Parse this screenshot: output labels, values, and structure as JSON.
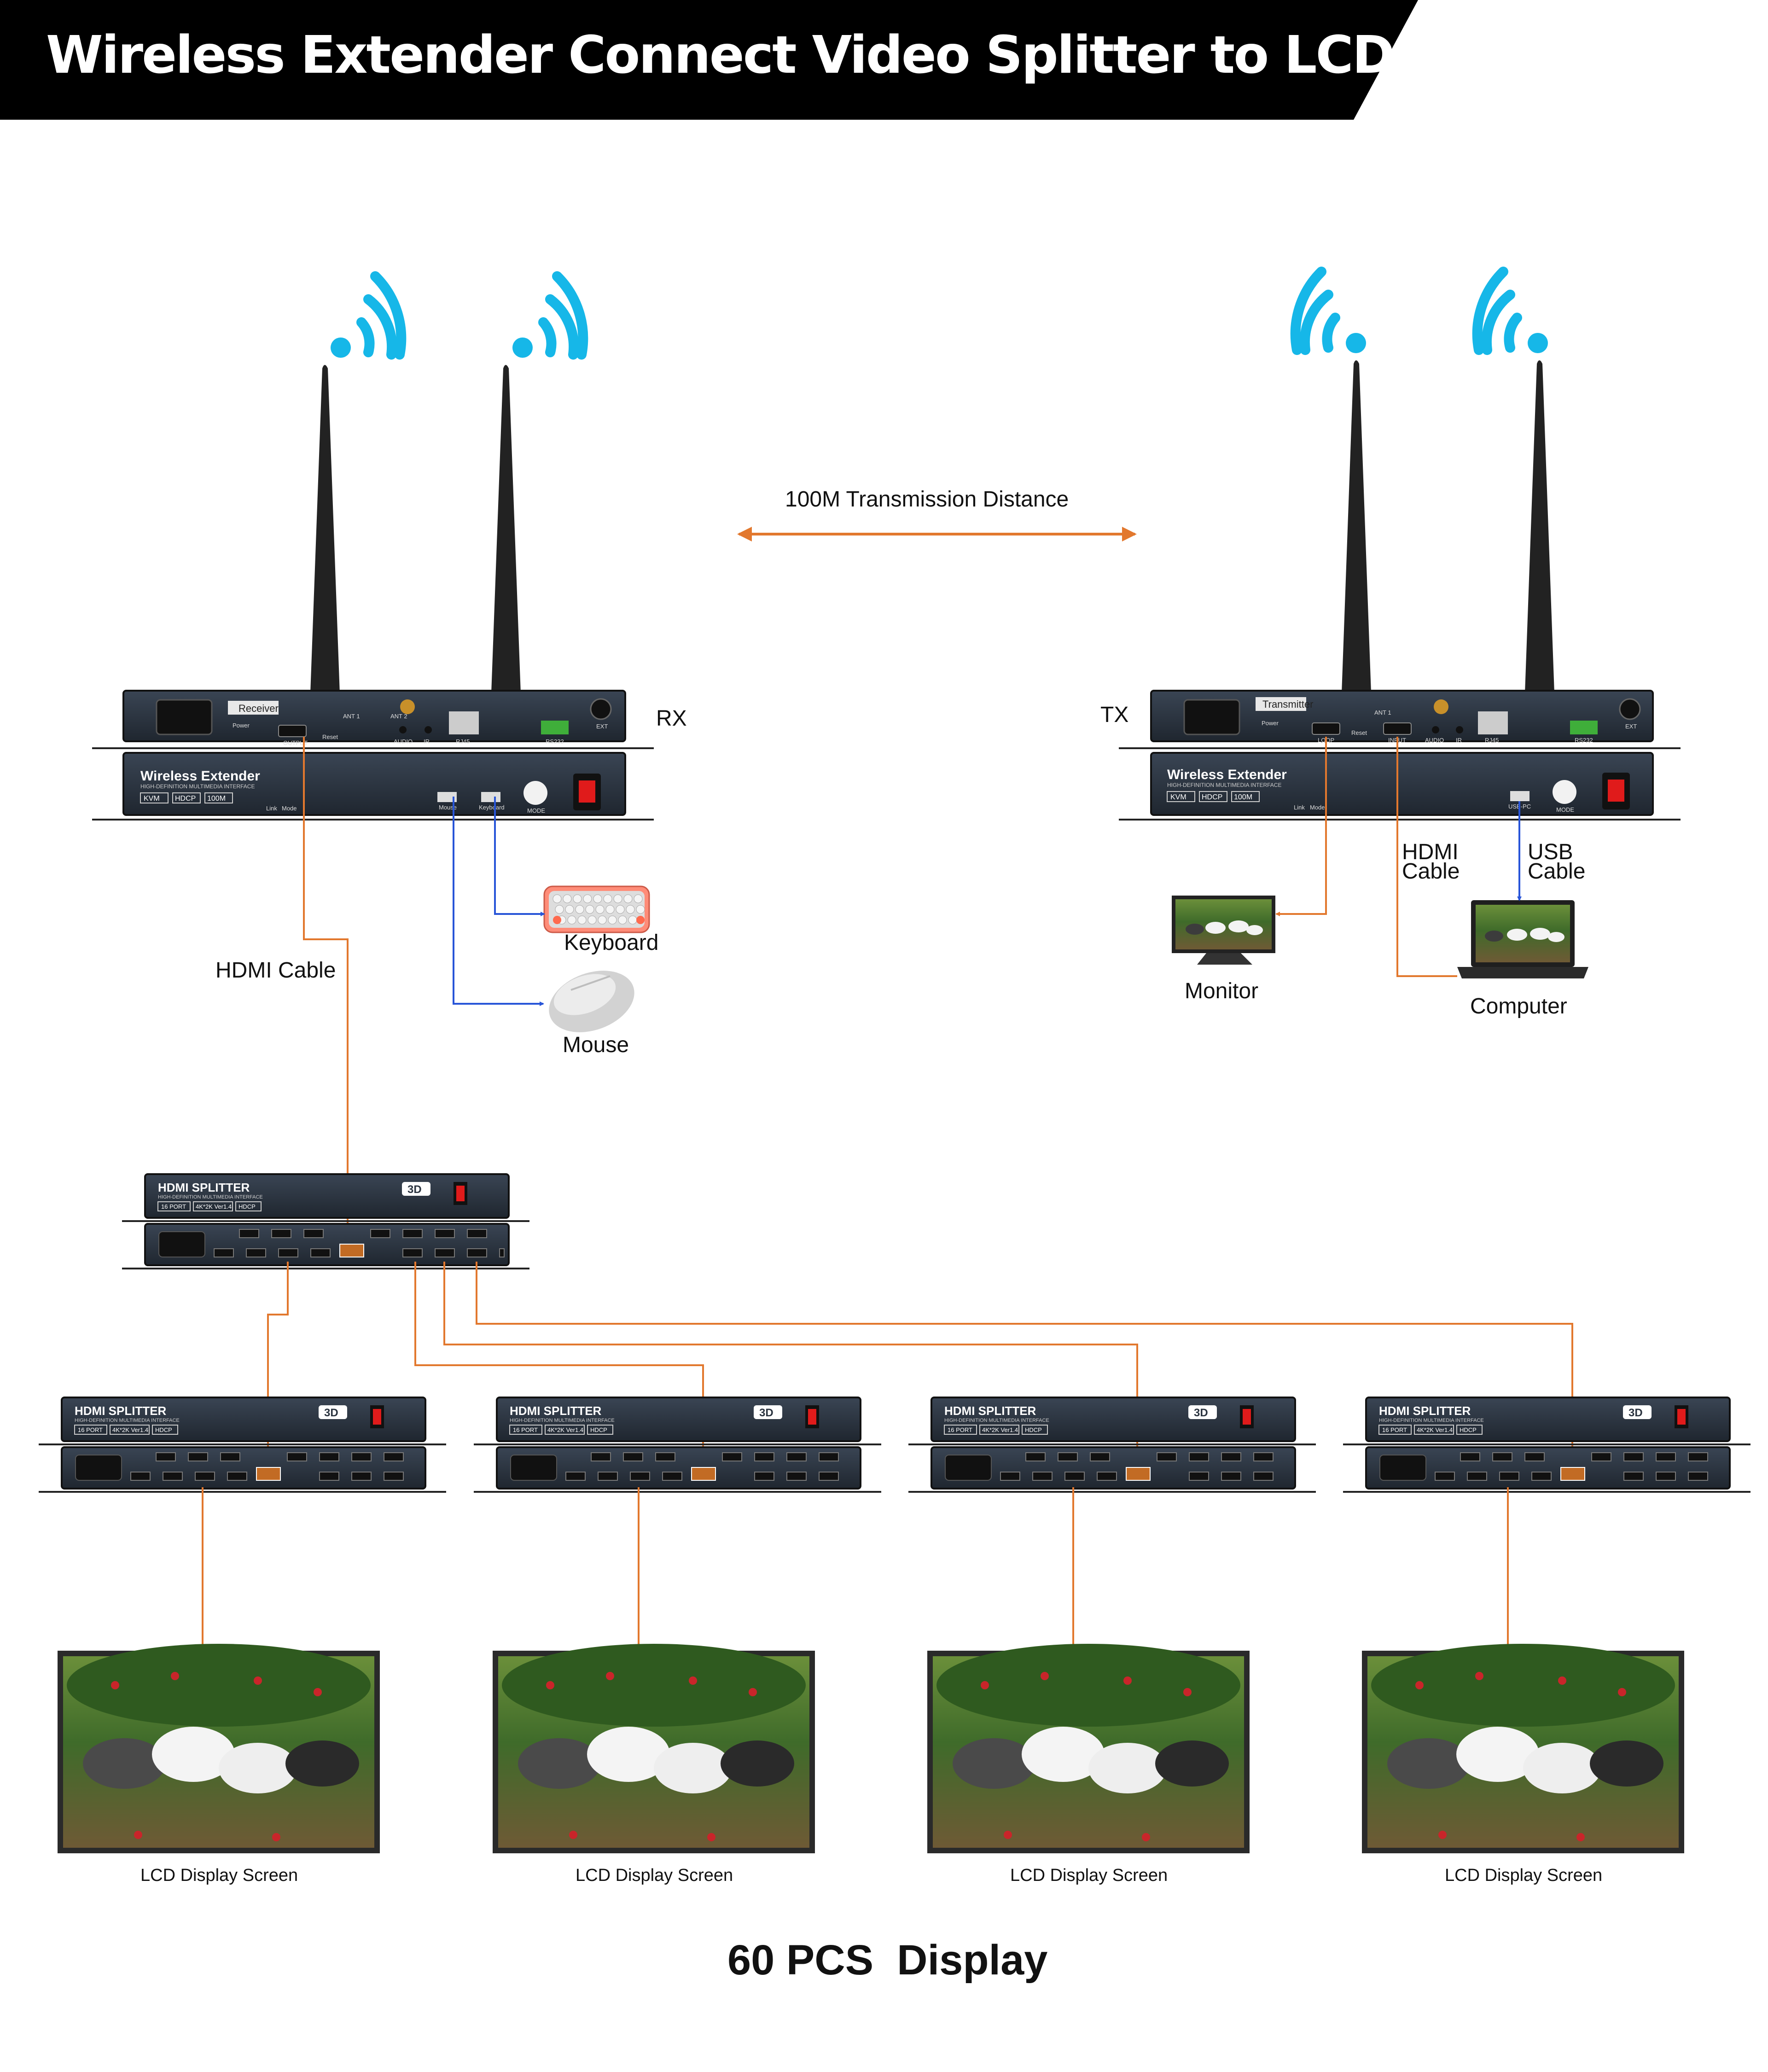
{
  "title": "Wireless Extender Connect Video Splitter to LCD Display Screen",
  "transmission_distance": "100M Transmission Distance",
  "rx": {
    "tag": "RX",
    "panel_label": "Receiver",
    "front_title": "Wireless Extender",
    "front_subtitle": "HIGH-DEFINITION MULTIMEDIA INTERFACE",
    "badges": [
      "KVM",
      "HDCP",
      "100M"
    ],
    "port_labels": [
      "Power",
      "OUTPUT",
      "Reset",
      "ANT 1",
      "ANT 2",
      "AUDIO",
      "IR",
      "RJ45",
      "RS232",
      "EXT"
    ],
    "front_labels": [
      "Link",
      "Mode",
      "Mouse",
      "Keyboard",
      "MODE"
    ]
  },
  "tx": {
    "tag": "TX",
    "panel_label": "Transmitter",
    "front_title": "Wireless Extender",
    "front_subtitle": "HIGH-DEFINITION MULTIMEDIA INTERFACE",
    "badges": [
      "KVM",
      "HDCP",
      "100M"
    ],
    "port_labels": [
      "Power",
      "LOOP",
      "Reset",
      "INPUT",
      "ANT 1",
      "AUDIO",
      "IR",
      "RJ45",
      "RS232",
      "EXT"
    ],
    "front_labels": [
      "Link",
      "Mode",
      "USB-PC",
      "MODE"
    ]
  },
  "peripherals": {
    "keyboard": "Keyboard",
    "mouse": "Mouse",
    "monitor": "Monitor",
    "computer": "Computer"
  },
  "cables": {
    "rx_hdmi": "HDMI Cable",
    "tx_hdmi_line1": "HDMI",
    "tx_hdmi_line2": "Cable",
    "tx_usb_line1": "USB",
    "tx_usb_line2": "Cable"
  },
  "splitter": {
    "title": "HDMI SPLITTER",
    "subtitle": "HIGH-DEFINITION MULTIMEDIA INTERFACE",
    "badges": [
      "16 PORT",
      "4K*2K Ver1.4",
      "HDCP"
    ],
    "logo": "3D"
  },
  "screens": [
    {
      "label": "LCD Display Screen"
    },
    {
      "label": "LCD Display Screen"
    },
    {
      "label": "LCD Display Screen"
    },
    {
      "label": "LCD Display Screen"
    }
  ],
  "footer": "60 PCS  Display",
  "colors": {
    "wifi": "#16b7e8",
    "hdmi_line": "#e2782e",
    "usb_line": "#2855d8",
    "device": "#2b3440",
    "banner": "#000000"
  }
}
